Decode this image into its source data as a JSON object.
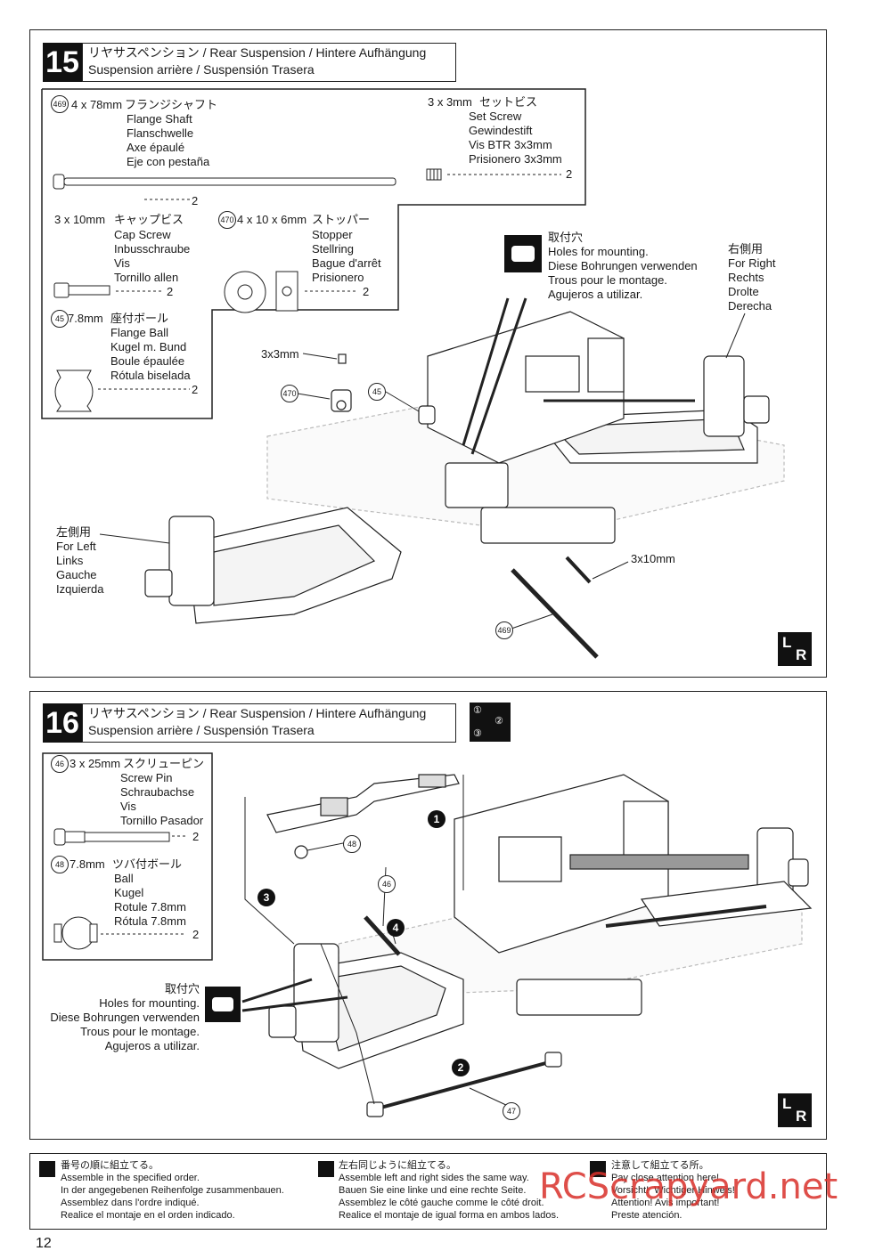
{
  "steps": [
    {
      "number": "15",
      "title_line1": "リヤサスペンション / Rear Suspension / Hintere Aufhängung",
      "title_line2": "Suspension arrière / Suspensión Trasera",
      "parts": [
        {
          "id": "469",
          "size": "4 x 78mm",
          "name_jp": "フランジシャフト",
          "names": "Flange Shaft\nFlanschwelle\nAxe épaulé\nEje con pestaña",
          "qty": "2"
        },
        {
          "id": "",
          "size": "3 x 3mm",
          "name_jp": "セットビス",
          "names": "Set Screw\nGewindestift\nVis BTR 3x3mm\nPrisionero 3x3mm",
          "qty": "2"
        },
        {
          "id": "",
          "size": "3 x 10mm",
          "name_jp": "キャップビス",
          "names": "Cap Screw\nInbusschraube\nVis\nTornillo allen",
          "qty": "2"
        },
        {
          "id": "470",
          "size": "4 x 10 x 6mm",
          "name_jp": "ストッパー",
          "names": "Stopper\nStellring\nBague d'arrêt\nPrisionero",
          "qty": "2"
        },
        {
          "id": "45",
          "size": "7.8mm",
          "name_jp": "座付ボール",
          "names": "Flange Ball\nKugel m. Bund\nBoule épaulée\nRótula biselada",
          "qty": "2"
        }
      ],
      "callouts": {
        "holes": "取付穴\nHoles for mounting.\nDiese Bohrungen verwenden\nTrous pour le montage.\nAgujeros a utilizar.",
        "right": "右側用\nFor Right\nRechts\nDrolte\nDerecha",
        "left": "左側用\nFor Left\nLinks\nGauche\nIzquierda",
        "setscrew": "3x3mm",
        "capscrew": "3x10mm",
        "num470": "470",
        "num45": "45",
        "num469": "469"
      }
    },
    {
      "number": "16",
      "title_line1": "リヤサスペンション / Rear Suspension / Hintere Aufhängung",
      "title_line2": "Suspension arrière / Suspensión Trasera",
      "parts": [
        {
          "id": "46",
          "size": "3 x 25mm",
          "name_jp": "スクリューピン",
          "names": "Screw Pin\nSchraubachse\nVis\nTornillo Pasador",
          "qty": "2"
        },
        {
          "id": "48",
          "size": "7.8mm",
          "name_jp": "ツバ付ボール",
          "names": "Ball\nKugel\nRotule 7.8mm\nRótula 7.8mm",
          "qty": "2"
        }
      ],
      "callouts": {
        "holes": "取付穴\nHoles for mounting.\nDiese Bohrungen verwenden\nTrous pour le montage.\nAgujeros a utilizar.",
        "num48": "48",
        "num46": "46",
        "num47": "47",
        "b1": "1",
        "b2": "2",
        "b3": "3",
        "b4": "4"
      },
      "order_icon": {
        "a": "①",
        "b": "②",
        "c": "③"
      }
    }
  ],
  "lr_badge": {
    "l": "L",
    "r": "R"
  },
  "footer": {
    "order": "番号の順に組立てる。\nAssemble in the specified order.\nIn der angegebenen Reihenfolge zusammenbauen.\nAssemblez dans l'ordre indiqué.\nRealice el montaje en el orden indicado.",
    "sides": "左右同じように組立てる。\nAssemble left and right sides the same way.\nBauen Sie eine linke und eine rechte Seite.\nAssemblez le côté gauche comme le côté droit.\nRealice el montaje de igual forma en ambos lados.",
    "attention": "注意して組立てる所。\nPay close attention here!\nVorsicht!  Wichtiger Hinweis!\nAttention! Avis important!\nPreste atención."
  },
  "watermark": "RCScrapyard.net",
  "page_number": "12"
}
